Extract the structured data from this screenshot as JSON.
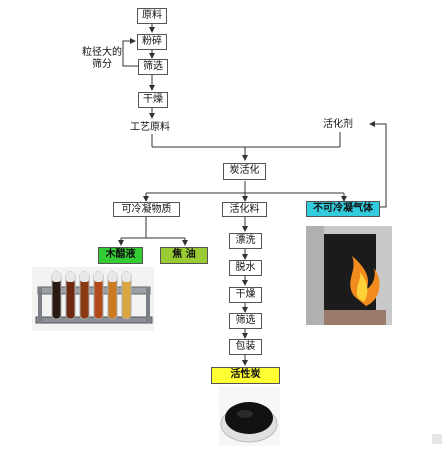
{
  "flow": {
    "raw_material": "原料",
    "crush": "粉碎",
    "large_particle_note": "粒径大的筛分",
    "screen_top": "筛选",
    "dry_top": "干燥",
    "process_raw_material": "工艺原料",
    "activator": "活化剂",
    "carbonize_activate": "炭活化",
    "condensable": "可冷凝物质",
    "activated_material": "活化料",
    "noncondensable_gas": "不可冷凝气体",
    "wood_vinegar": "木醋液",
    "tar_oil": "焦 油",
    "wash": "漂洗",
    "dewater": "脱水",
    "dry_bottom": "干燥",
    "screen_bottom": "筛选",
    "package": "包装",
    "activated_carbon": "活性炭"
  },
  "colors": {
    "wood_vinegar": "#33cc33",
    "tar_oil": "#99cc33",
    "noncondensable_gas": "#33ccdd",
    "activated_carbon": "#ffff33"
  }
}
